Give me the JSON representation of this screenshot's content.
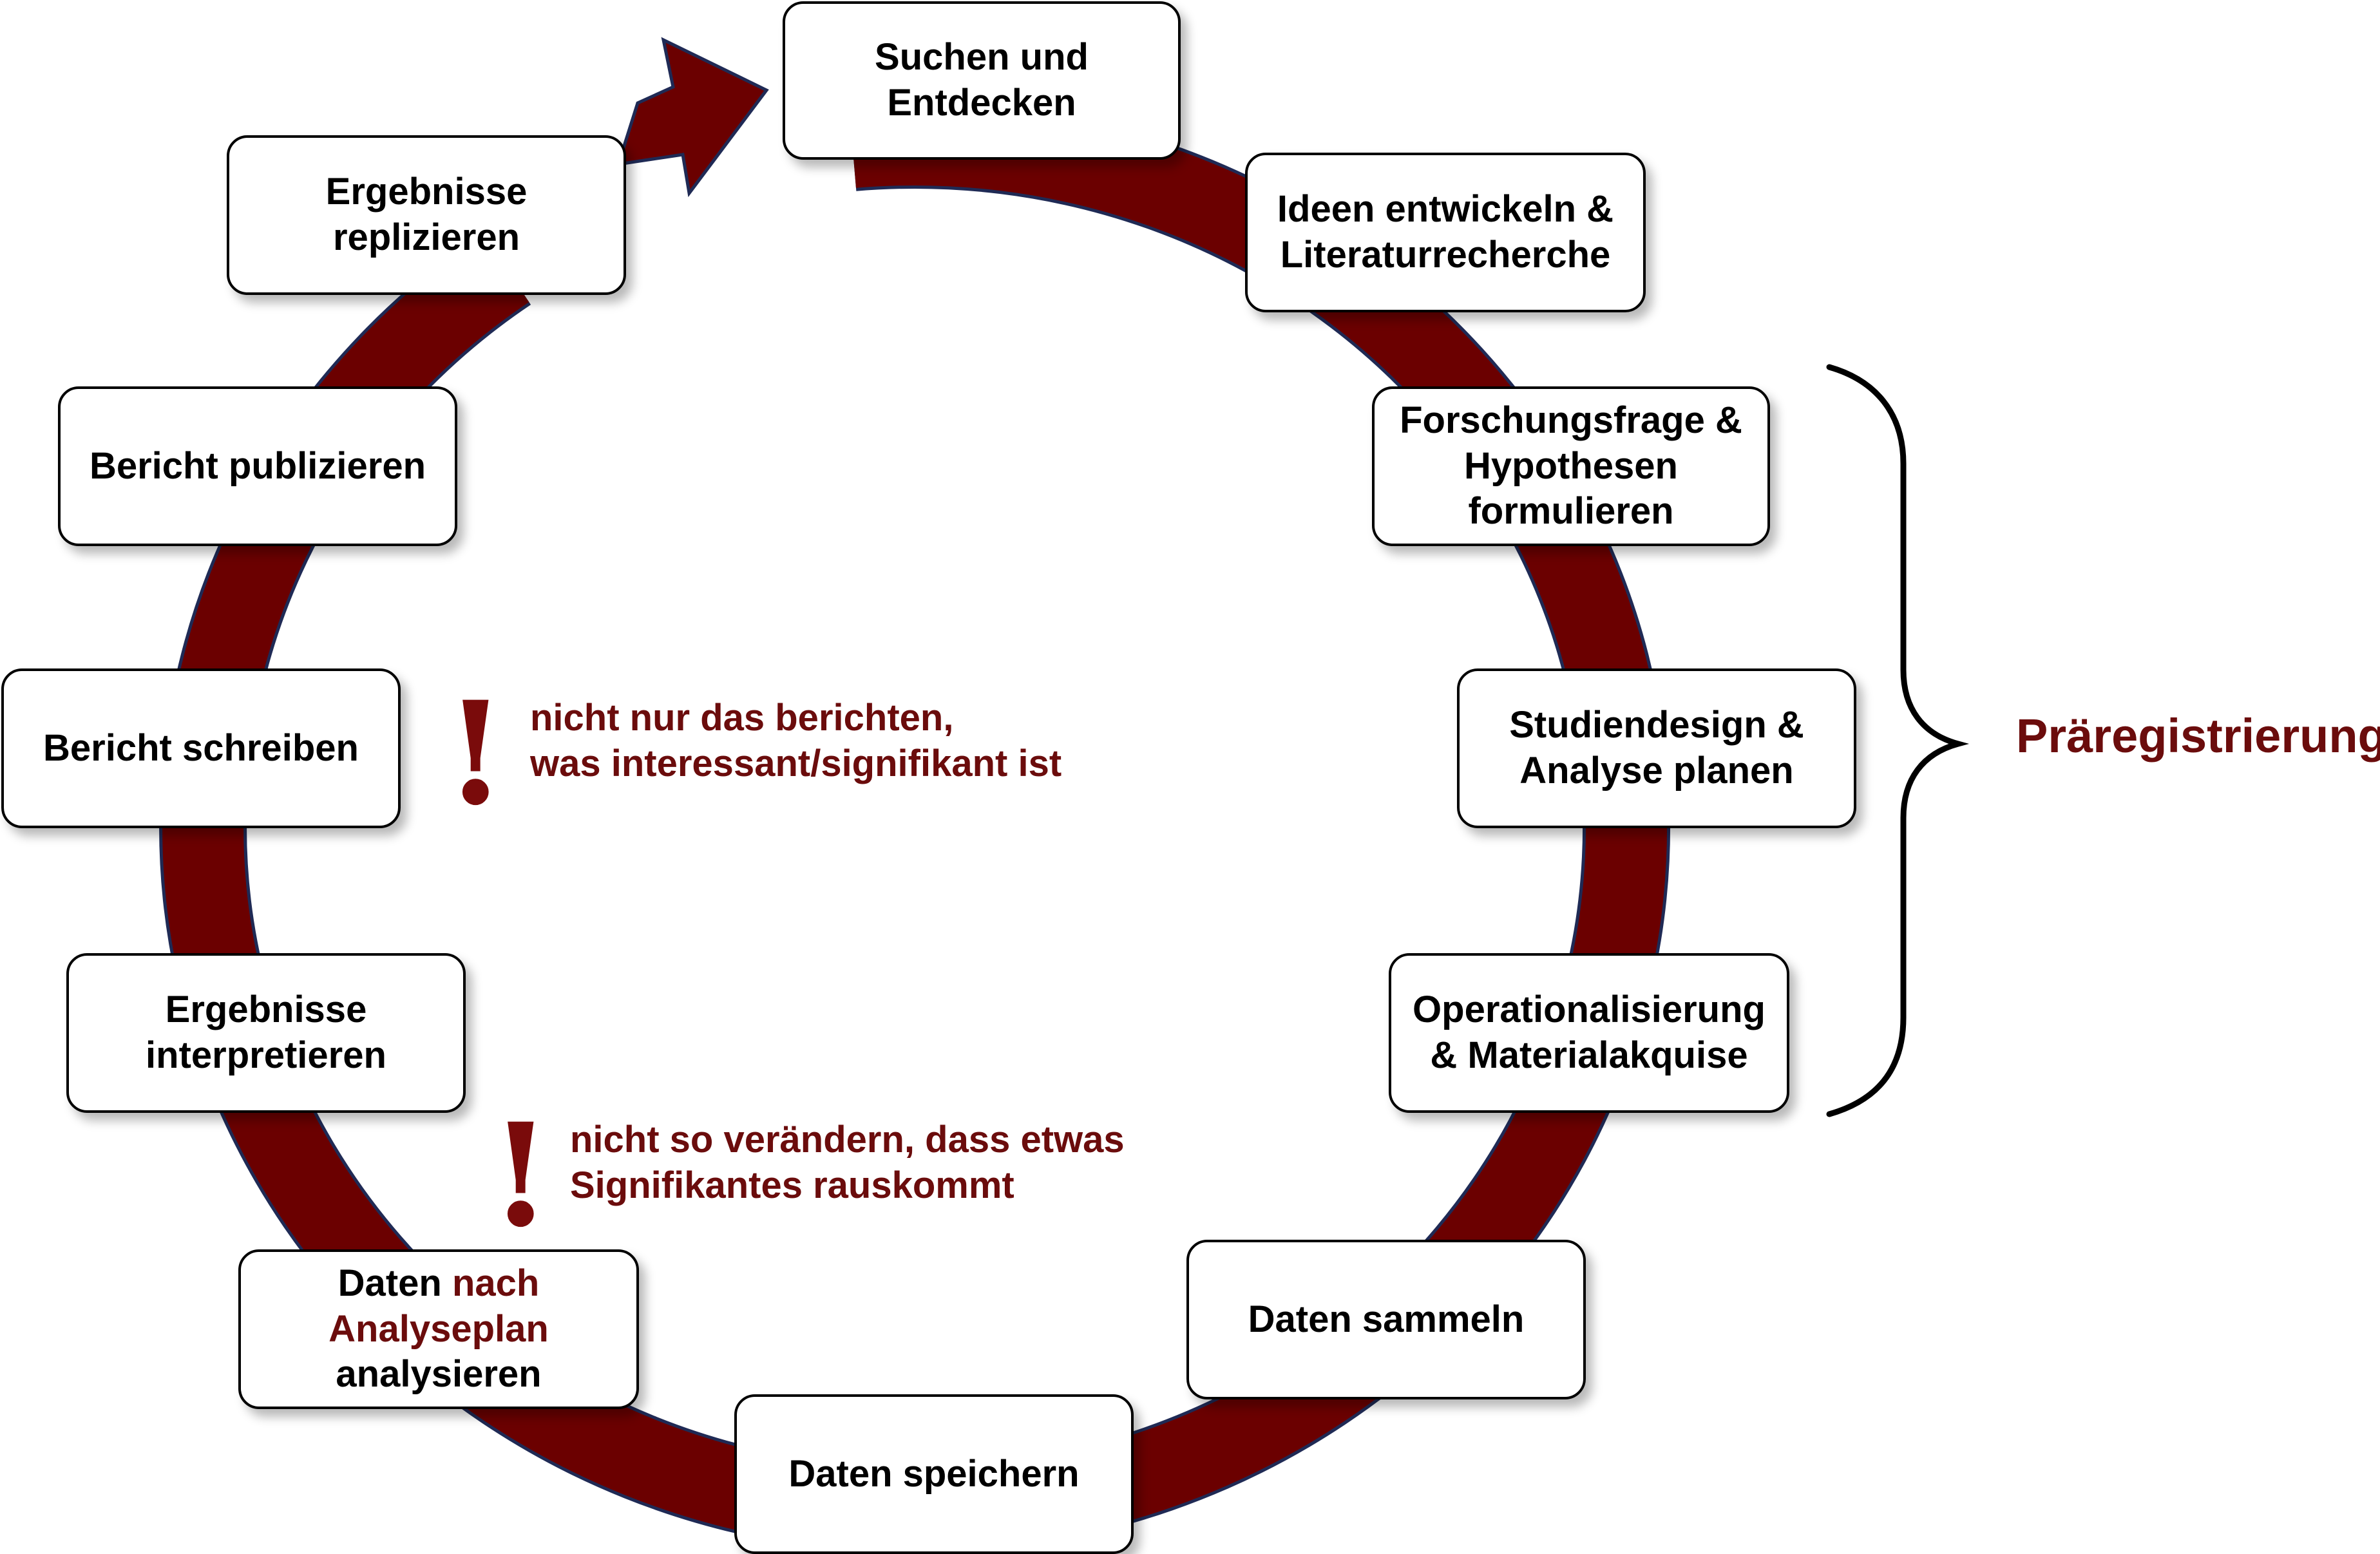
{
  "colors": {
    "ring": "#6b0000",
    "ring_outline": "#1f2a55",
    "accent_text": "#6b0c0c",
    "box_border": "#000000"
  },
  "steps": [
    {
      "id": "suchen",
      "lines": [
        "Suchen und",
        "Entdecken"
      ]
    },
    {
      "id": "ideen",
      "lines": [
        "Ideen entwickeln &",
        "Literaturrecherche"
      ]
    },
    {
      "id": "forschungsfrage",
      "lines": [
        "Forschungsfrage &",
        "Hypothesen",
        "formulieren"
      ]
    },
    {
      "id": "studiendesign",
      "lines": [
        "Studiendesign &",
        "Analyse planen"
      ]
    },
    {
      "id": "operationalisierung",
      "lines": [
        "Operationalisierung",
        "& Materialakquise"
      ]
    },
    {
      "id": "daten-sammeln",
      "lines": [
        "Daten sammeln"
      ]
    },
    {
      "id": "daten-speichern",
      "lines": [
        "Daten speichern"
      ]
    },
    {
      "id": "daten-analysieren",
      "line1_prefix": "Daten",
      "line1_accent": "nach",
      "line2_accent": "Analyseplan",
      "line3": "analysieren"
    },
    {
      "id": "interpretieren",
      "lines": [
        "Ergebnisse",
        "interpretieren"
      ]
    },
    {
      "id": "schreiben",
      "lines": [
        "Bericht schreiben"
      ]
    },
    {
      "id": "publizieren",
      "lines": [
        "Bericht publizieren"
      ]
    },
    {
      "id": "replizieren",
      "lines": [
        "Ergebnisse",
        "replizieren"
      ]
    }
  ],
  "warnings": [
    {
      "mark": "!",
      "lines": [
        "nicht nur das berichten,",
        "was interessant/signifikant ist"
      ]
    },
    {
      "mark": "!",
      "lines": [
        "nicht so verändern, dass etwas",
        "Signifikantes rauskommt"
      ]
    }
  ],
  "preregistration": {
    "label": "Präregistrierung"
  }
}
